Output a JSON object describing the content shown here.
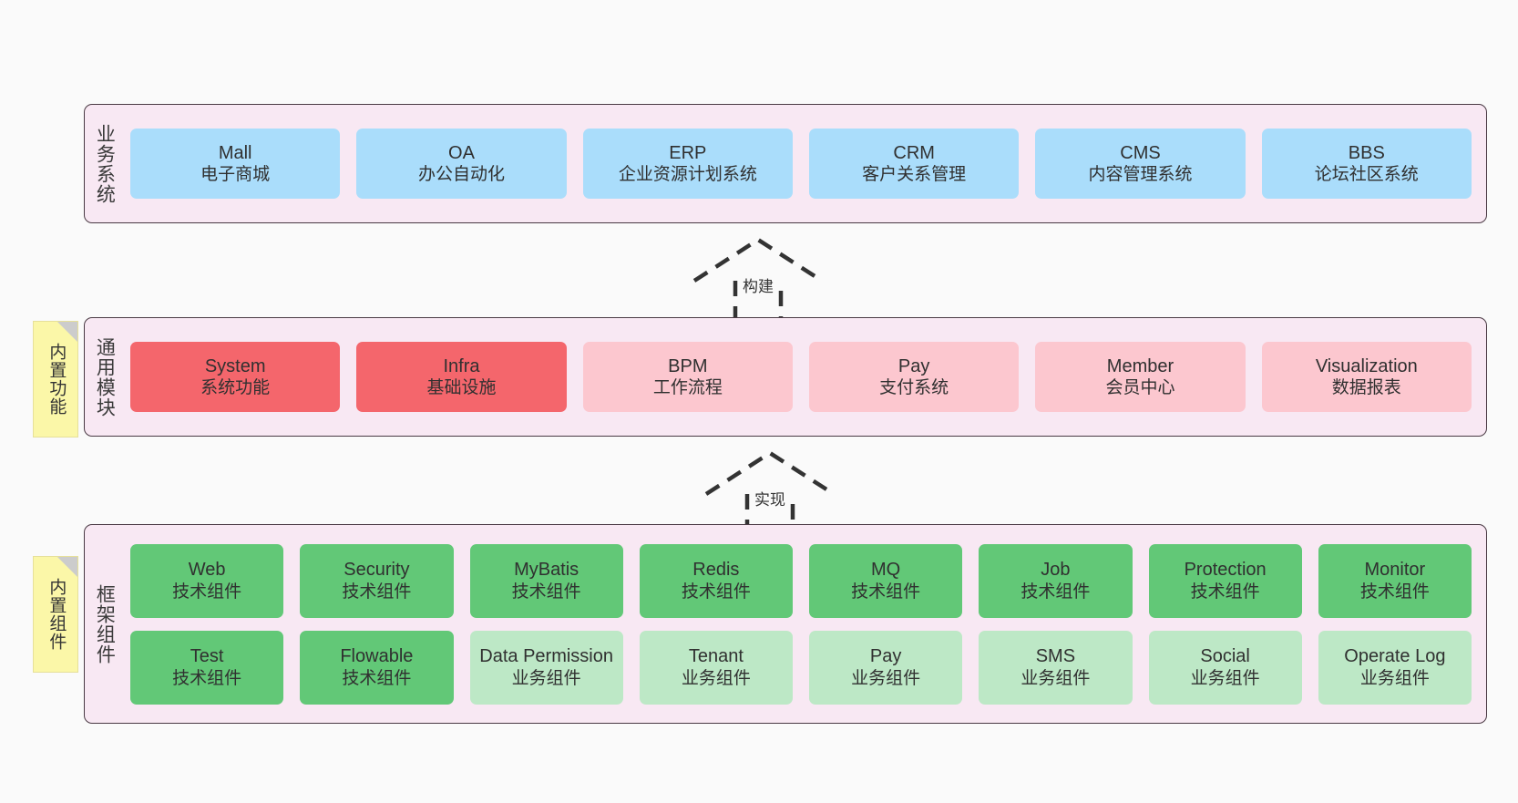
{
  "diagram": {
    "background": "#fafafa",
    "layer_fill": "#f8e8f3",
    "layer_border": "#4a3a44",
    "note_fill": "#fbf7a8"
  },
  "layers": [
    {
      "id": "business",
      "title": "业务系统",
      "accent": "#aaddfb",
      "rows": [
        [
          {
            "name": "Mall",
            "desc": "电子商城",
            "style": "c-blue"
          },
          {
            "name": "OA",
            "desc": "办公自动化",
            "style": "c-blue"
          },
          {
            "name": "ERP",
            "desc": "企业资源计划系统",
            "style": "c-blue"
          },
          {
            "name": "CRM",
            "desc": "客户关系管理",
            "style": "c-blue"
          },
          {
            "name": "CMS",
            "desc": "内容管理系统",
            "style": "c-blue"
          },
          {
            "name": "BBS",
            "desc": "论坛社区系统",
            "style": "c-blue"
          }
        ]
      ]
    },
    {
      "id": "modules",
      "title": "通用模块",
      "accent": "#f4666c",
      "note": "内置功能",
      "rows": [
        [
          {
            "name": "System",
            "desc": "系统功能",
            "style": "c-red"
          },
          {
            "name": "Infra",
            "desc": "基础设施",
            "style": "c-red"
          },
          {
            "name": "BPM",
            "desc": "工作流程",
            "style": "c-pink"
          },
          {
            "name": "Pay",
            "desc": "支付系统",
            "style": "c-pink"
          },
          {
            "name": "Member",
            "desc": "会员中心",
            "style": "c-pink"
          },
          {
            "name": "Visualization",
            "desc": "数据报表",
            "style": "c-pink"
          }
        ]
      ]
    },
    {
      "id": "framework",
      "title": "框架组件",
      "accent": "#62c877",
      "note": "内置组件",
      "rows": [
        [
          {
            "name": "Web",
            "desc": "技术组件",
            "style": "c-green"
          },
          {
            "name": "Security",
            "desc": "技术组件",
            "style": "c-green"
          },
          {
            "name": "MyBatis",
            "desc": "技术组件",
            "style": "c-green"
          },
          {
            "name": "Redis",
            "desc": "技术组件",
            "style": "c-green"
          },
          {
            "name": "MQ",
            "desc": "技术组件",
            "style": "c-green"
          },
          {
            "name": "Job",
            "desc": "技术组件",
            "style": "c-green"
          },
          {
            "name": "Protection",
            "desc": "技术组件",
            "style": "c-green"
          },
          {
            "name": "Monitor",
            "desc": "技术组件",
            "style": "c-green"
          }
        ],
        [
          {
            "name": "Test",
            "desc": "技术组件",
            "style": "c-green"
          },
          {
            "name": "Flowable",
            "desc": "技术组件",
            "style": "c-green"
          },
          {
            "name": "Data Permission",
            "desc": "业务组件",
            "style": "c-lightgreen"
          },
          {
            "name": "Tenant",
            "desc": "业务组件",
            "style": "c-lightgreen"
          },
          {
            "name": "Pay",
            "desc": "业务组件",
            "style": "c-lightgreen"
          },
          {
            "name": "SMS",
            "desc": "业务组件",
            "style": "c-lightgreen"
          },
          {
            "name": "Social",
            "desc": "业务组件",
            "style": "c-lightgreen"
          },
          {
            "name": "Operate Log",
            "desc": "业务组件",
            "style": "c-lightgreen"
          }
        ]
      ]
    }
  ],
  "connectors": [
    {
      "id": "build",
      "label": "构建",
      "from": "modules",
      "to": "business"
    },
    {
      "id": "realize",
      "label": "实现",
      "from": "framework",
      "to": "modules"
    }
  ]
}
